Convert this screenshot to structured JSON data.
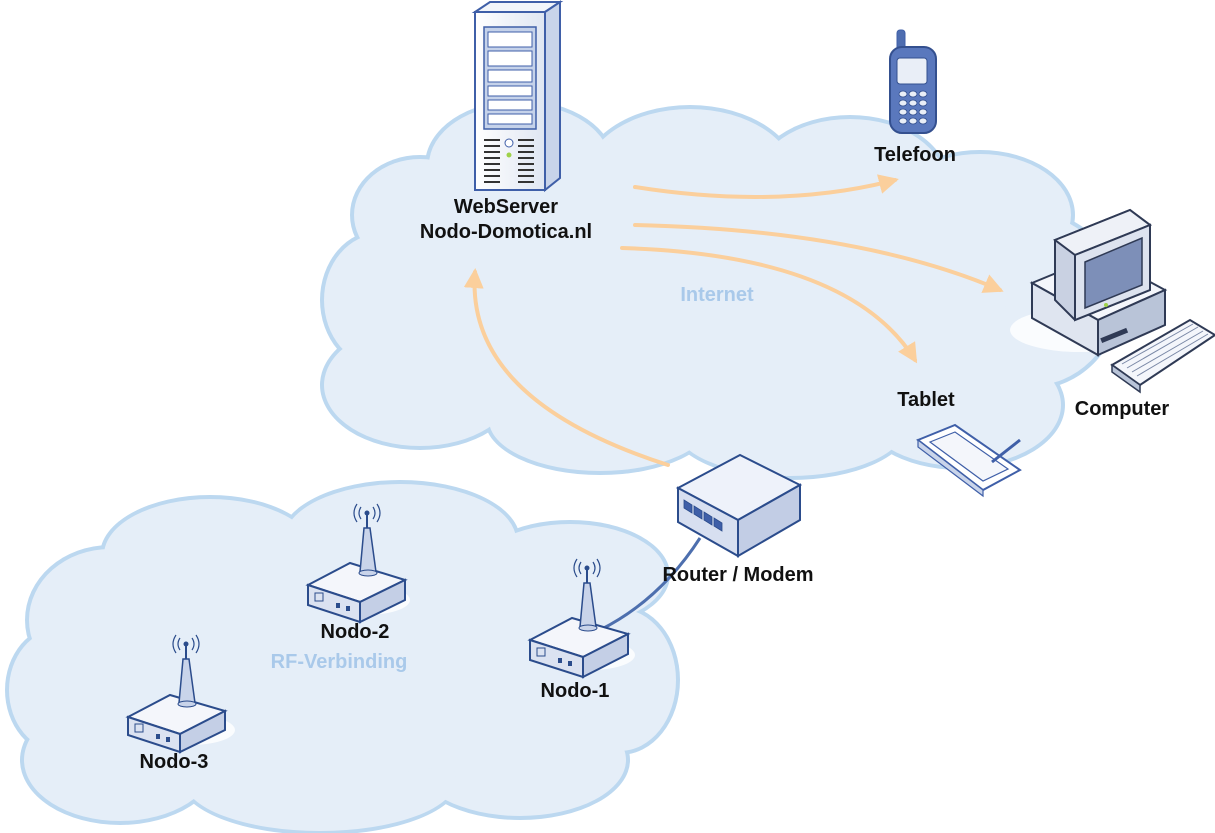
{
  "labels": {
    "webserver_line1": "WebServer",
    "webserver_line2": "Nodo-Domotica.nl",
    "telefoon": "Telefoon",
    "computer": "Computer",
    "tablet": "Tablet",
    "internet": "Internet",
    "router": "Router / Modem",
    "nodo1": "Nodo-1",
    "nodo2": "Nodo-2",
    "nodo3": "Nodo-3",
    "rf": "RF-Verbinding"
  },
  "colors": {
    "cloud_fill": "#e5eef8",
    "cloud_stroke": "#bcd8f0",
    "arrow": "#fbcf9c",
    "cloud_label": "#a9c9ea",
    "device_blue": "#3f5fa8",
    "cable": "#4d6fae"
  },
  "icons": [
    "server-icon",
    "phone-icon",
    "computer-icon",
    "tablet-icon",
    "router-icon",
    "wireless-node-icon"
  ]
}
